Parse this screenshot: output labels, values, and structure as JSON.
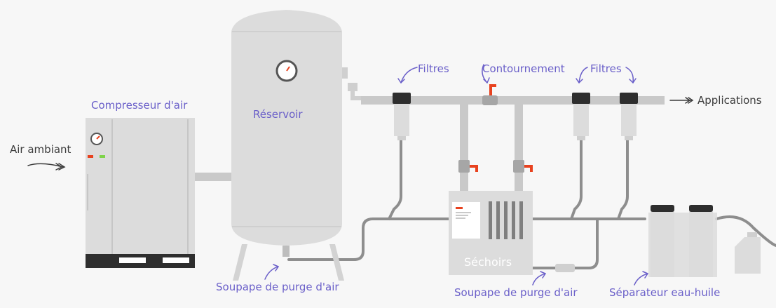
{
  "labels": {
    "ambient_air": "Air ambiant",
    "compressor": "Compresseur d'air",
    "reservoir": "Réservoir",
    "filters_left": "Filtres",
    "bypass": "Contournement",
    "filters_right": "Filtres",
    "applications": "Applications",
    "dryers": "Séchoirs",
    "drain_valve_tank": "Soupape de purge d'air",
    "drain_valve_dryer": "Soupape de purge d'air",
    "separator": "Séparateur eau-huile"
  },
  "colors": {
    "equipment": "#dcdcdc",
    "pipe": "#b9b9b9",
    "drain_line": "#8e8e8e",
    "label_purple": "#6a5fc9",
    "label_dark": "#3c3c3c",
    "valve_red": "#e8421f",
    "indicator_green": "#7ed34a",
    "base_dark": "#2e2e2e"
  }
}
